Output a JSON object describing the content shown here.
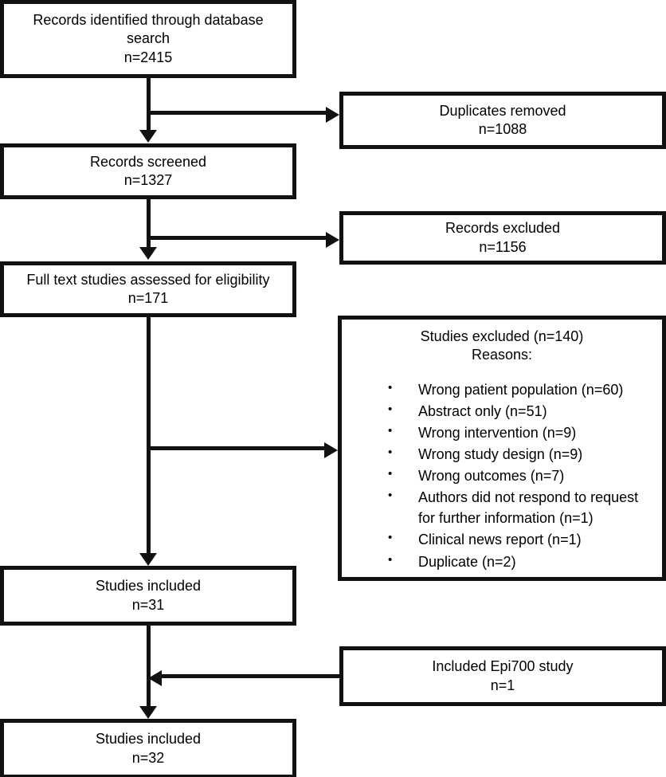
{
  "diagram": {
    "title": "PRISMA study selection flow diagram",
    "type": "flowchart",
    "stroke_color": "#111111",
    "background_color": "#ffffff"
  },
  "nodes": {
    "records_identified": {
      "line1": "Records identified through database",
      "line2": "search",
      "line3": "n=2415",
      "count": 2415
    },
    "duplicates_removed": {
      "line1": "Duplicates removed",
      "line2": "n=1088",
      "count": 1088
    },
    "records_screened": {
      "line1": "Records screened",
      "line2": "n=1327",
      "count": 1327
    },
    "records_excluded": {
      "line1": "Records excluded",
      "line2": "n=1156",
      "count": 1156
    },
    "fulltext_assessed": {
      "line1": "Full text studies assessed for eligibility",
      "line2": "n=171",
      "count": 171
    },
    "studies_excluded": {
      "heading1": "Studies excluded (n=140)",
      "heading2": "Reasons:",
      "count": 140,
      "reasons": [
        {
          "label": "Wrong patient population (n=60)",
          "count": 60
        },
        {
          "label": "Abstract only (n=51)",
          "count": 51
        },
        {
          "label": "Wrong intervention (n=9)",
          "count": 9
        },
        {
          "label": "Wrong study design (n=9)",
          "count": 9
        },
        {
          "label": "Wrong outcomes (n=7)",
          "count": 7
        },
        {
          "label": "Authors did not respond to request for further information (n=1)",
          "count": 1
        },
        {
          "label": "Clinical news report (n=1)",
          "count": 1
        },
        {
          "label": "Duplicate (n=2)",
          "count": 2
        }
      ]
    },
    "studies_included_31": {
      "line1": "Studies included",
      "line2": "n=31",
      "count": 31
    },
    "epi700": {
      "line1": "Included Epi700 study",
      "line2": "n=1",
      "count": 1
    },
    "studies_included_32": {
      "line1": "Studies included",
      "line2": "n=32",
      "count": 32
    }
  }
}
